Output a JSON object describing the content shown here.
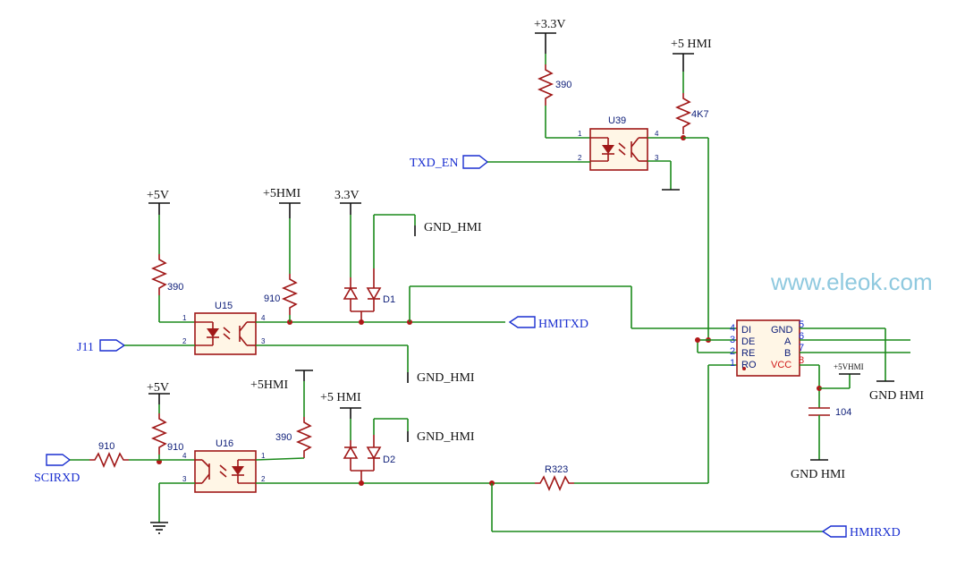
{
  "power_labels": {
    "p33v_top": "+3.3V",
    "p5hmi_top": "+5 HMI",
    "p5v_u15": "+5V",
    "p5hmi_u15": "+5HMI",
    "p33_d1": "3.3V",
    "p5v_u16": "+5V",
    "p5hmi_u16": "+5HMI",
    "p5hmi_d2": "+5 HMI",
    "p5vhmi_rs485": "+5VHMI"
  },
  "ground_labels": {
    "gnd_d1": "GND_HMI",
    "gnd_u15": "GND_HMI",
    "gnd_d2": "GND_HMI",
    "gnd_rs485": "GND HMI",
    "gnd_cap": "GND HMI"
  },
  "net_ports": {
    "txd_en": "TXD_EN",
    "hmitxd": "HMITXD",
    "j11": "J11",
    "scirxd": "SCIRXD",
    "hmirxd": "HMIRXD"
  },
  "components": {
    "r_u39": "390",
    "r_4k7": "4K7",
    "u39": "U39",
    "r_u15_in": "390",
    "u15": "U15",
    "r_u15_pull": "910",
    "d1": "D1",
    "r_sci": "910",
    "r_u16_in": "910",
    "u16": "U16",
    "r_u16_pull": "390",
    "d2": "D2",
    "r323": "R323",
    "cap": "104"
  },
  "pins": {
    "u39_1": "1",
    "u39_2": "2",
    "u39_3": "3",
    "u39_4": "4",
    "u15_1": "1",
    "u15_2": "2",
    "u15_3": "3",
    "u15_4": "4",
    "u16_1": "1",
    "u16_2": "2",
    "u16_3": "3",
    "u16_4": "4"
  },
  "rs485_chip": {
    "left_pins": [
      {
        "num": "4",
        "label": "DI"
      },
      {
        "num": "3",
        "label": "DE"
      },
      {
        "num": "2",
        "label": "RE"
      },
      {
        "num": "1",
        "label": "RO"
      }
    ],
    "right_pins": [
      {
        "num": "5",
        "label": "GND"
      },
      {
        "num": "6",
        "label": "A"
      },
      {
        "num": "7",
        "label": "B"
      },
      {
        "num": "8",
        "label": "VCC"
      }
    ]
  },
  "watermark": "www.eleok.com",
  "colors": {
    "wire": "#1b8a1b",
    "component": "#a01818",
    "net_label": "#1a2fd0",
    "junction": "#b01818",
    "watermark": "#8fc9df"
  }
}
